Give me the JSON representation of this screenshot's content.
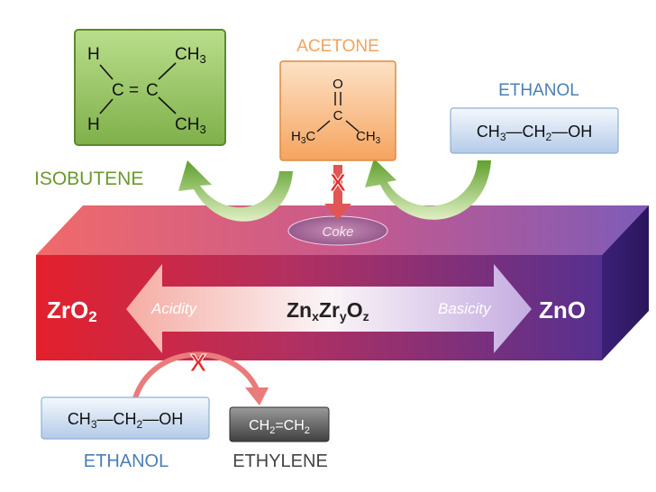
{
  "catalyst": {
    "left": "ZrO",
    "left_sub": "2",
    "right": "ZnO",
    "center": {
      "a": "Zn",
      "a_sub": "x",
      "b": "Zr",
      "b_sub": "y",
      "c": "O",
      "c_sub": "z"
    },
    "acidity": "Acidity",
    "basicity": "Basicity",
    "coke": "Coke"
  },
  "isobutene": {
    "name": "ISOBUTENE",
    "h_top": "H",
    "h_bottom": "H",
    "c_left": "C",
    "bond": "=",
    "c_right": "C",
    "ch3_top": "CH",
    "ch3_top_sub": "3",
    "ch3_bottom": "CH",
    "ch3_bottom_sub": "3"
  },
  "acetone": {
    "name": "ACETONE",
    "o": "O",
    "c": "C",
    "left": "H",
    "left_sub": "3",
    "left_c": "C",
    "right": "CH",
    "right_sub": "3"
  },
  "ethanol_top": {
    "name": "ETHANOL",
    "p1": "CH",
    "p1_sub": "3",
    "p2": "CH",
    "p2_sub": "2",
    "p3": "OH",
    "dash": "—"
  },
  "ethanol_bottom": {
    "name": "ETHANOL",
    "p1": "CH",
    "p1_sub": "3",
    "p2": "CH",
    "p2_sub": "2",
    "p3": "OH",
    "dash": "—"
  },
  "ethylene": {
    "name": "ETHYLENE",
    "p1": "CH",
    "p1_sub": "2",
    "p2": "CH",
    "p2_sub": "2",
    "bond": "="
  },
  "blocked_marks": [
    "X",
    "X"
  ],
  "colors": {
    "isobutene_green": "#6a9a2e",
    "acetone_orange": "#f2a35c",
    "ethanol_blue": "#4a7fb5",
    "ethylene_gray": "#444444",
    "block_red": "#e32d2d",
    "slab_red": "#d9282f",
    "slab_purple": "#5b2d8c"
  }
}
